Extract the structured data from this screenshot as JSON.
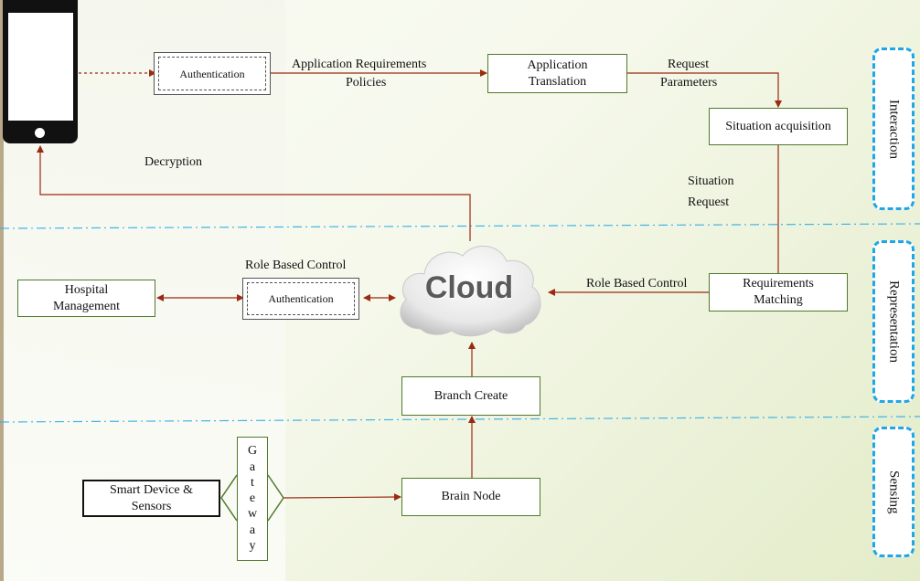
{
  "phone": {
    "label": ""
  },
  "nodes": {
    "auth_top": "Authentication",
    "app_translation": "Application\nTranslation",
    "situation_acquisition": "Situation acquisition",
    "requirements_matching": "Requirements\nMatching",
    "hospital_management": "Hospital\nManagement",
    "auth_mid": "Authentication",
    "cloud": "Cloud",
    "branch_create": "Branch Create",
    "brain_node": "Brain Node",
    "smart_device": "Smart Device &\nSensors",
    "gateway": [
      "G",
      "a",
      "t",
      "e",
      "w",
      "a",
      "y"
    ]
  },
  "edge_labels": {
    "app_requirements": "Application Requirements",
    "policies": "Policies",
    "request": "Request",
    "parameters": "Parameters",
    "decryption": "Decryption",
    "situation": "Situation",
    "situation_request": "Request",
    "role_based_control_left": "Role Based Control",
    "role_based_control_right": "Role Based Control"
  },
  "layers": {
    "interaction": "Interaction",
    "representation": "Representation",
    "sensing": "Sensing"
  },
  "colors": {
    "arrow": "#9a2a12",
    "box_border": "#4f7a2c",
    "layer_border": "#20a6e6"
  }
}
